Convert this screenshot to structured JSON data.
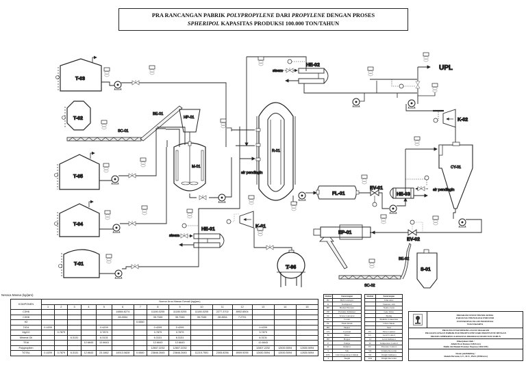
{
  "title": {
    "line1_a": "PRA RANCANGAN PABRIK ",
    "line1_b": "POLYPROPYLENE",
    "line1_c": " DARI ",
    "line1_d": "PROPYLENE",
    "line1_e": " DENGAN PROSES",
    "line2_a": "SPHERIPOL",
    "line2_b": " KAPASITAS PRODUKSI 100.000 TON/TAHUN"
  },
  "equipment": {
    "t03": "T-03",
    "t02": "T-02",
    "t05": "T-05",
    "t04": "T-04",
    "t01": "T-01",
    "t06": "T-06",
    "be01": "BE-01",
    "sc01": "SC-01",
    "hp01": "HP-01",
    "m01": "M-01",
    "he01": "HE-01",
    "he02": "HE-02",
    "he03": "HE-03",
    "r01": "R-01",
    "k01": "K-01",
    "k02": "K-02",
    "fl01": "FL-01",
    "ev01": "EV-01",
    "ev02": "EV-02",
    "cy01": "CY-01",
    "ep01": "EP-01",
    "be02": "BE-02",
    "sc02": "SC-02",
    "s01": "S-01",
    "upl": "UPL",
    "steam1": "steam",
    "steam2": "steam",
    "air1": "air pendingin",
    "air2": "air pendingin"
  },
  "mass_balance": {
    "caption": "Neraca Massa (kg/jam)",
    "header_komponen": "KOMPONEN",
    "header_group": "Nomor Arus Massa Overall (kg/jam)",
    "streams": [
      "1",
      "2",
      "3",
      "4",
      "5",
      "6",
      "7",
      "8",
      "9",
      "10",
      "11",
      "12",
      "13",
      "14",
      "15"
    ],
    "rows": [
      {
        "name": "C3H6",
        "values": [
          "",
          "",
          "",
          "",
          "",
          "14884.6274",
          "",
          "11180.0205",
          "11180.0205",
          "11180.0205",
          "2277.3702",
          "8902.6504",
          "",
          "",
          ""
        ]
      },
      {
        "name": "C3H8",
        "values": [
          "",
          "",
          "",
          "",
          "",
          "28.4554",
          "",
          "35.7345",
          "35.7345",
          "35.7345",
          "28.4554",
          "7.2791",
          "",
          "",
          ""
        ]
      },
      {
        "name": "H2",
        "values": [
          "",
          "",
          "",
          "",
          "",
          "",
          "0.0660",
          "",
          "",
          "",
          "",
          "",
          "",
          "",
          ""
        ]
      },
      {
        "name": "TiCl4",
        "values": [
          "0.4209",
          "",
          "",
          "",
          "0.4209",
          "",
          "",
          "0.4209",
          "0.4209",
          "",
          "",
          "",
          "0.4209",
          "",
          ""
        ]
      },
      {
        "name": "MgCl2",
        "values": [
          "",
          "3.7879",
          "",
          "",
          "3.7879",
          "",
          "",
          "3.7879",
          "3.7879",
          "",
          "",
          "",
          "3.7879",
          "",
          ""
        ]
      },
      {
        "name": "Mineral Oil",
        "values": [
          "",
          "",
          "6.3131",
          "",
          "6.3131",
          "",
          "",
          "6.3131",
          "6.3131",
          "",
          "",
          "",
          "6.3131",
          "",
          ""
        ]
      },
      {
        "name": "TEAl",
        "values": [
          "",
          "",
          "",
          "12.6643",
          "12.6643",
          "",
          "",
          "12.6643",
          "12.6643",
          "",
          "",
          "",
          "12.6643",
          "",
          ""
        ]
      },
      {
        "name": "Polypropilen",
        "values": [
          "",
          "",
          "",
          "",
          "",
          "",
          "",
          "12607.2232",
          "12607.2232",
          "",
          "",
          "",
          "12607.2232",
          "12630.5094",
          "12630.5094"
        ]
      },
      {
        "name": "TOTAL",
        "values": [
          "0.4209",
          "3.7879",
          "6.3131",
          "12.6643",
          "23.1862",
          "14913.0828",
          "0.0660",
          "23846.2645",
          "23846.2645",
          "11215.7551",
          "2305.8256",
          "8909.9295",
          "12630.5094",
          "12630.5094",
          "12630.5094"
        ]
      }
    ]
  },
  "legend_equipment": {
    "header": [
      "Simbol",
      "Keterangan"
    ],
    "rows": [
      [
        "BC",
        "Belt Conveyor"
      ],
      [
        "K",
        "Kompresor"
      ],
      [
        "BE",
        "Bucket Elevator"
      ],
      [
        "EP",
        "Extruder Pelletizer"
      ],
      [
        "SC",
        "Screw Conveyor"
      ],
      [
        "CL",
        "Cooler"
      ],
      [
        "FL",
        "Flash Drum"
      ],
      [
        "HE",
        "Heater"
      ],
      [
        "CY",
        "Cyclone"
      ],
      [
        "M",
        "Mixer"
      ],
      [
        "HP",
        "Hopper"
      ],
      [
        "P",
        "Pompa"
      ],
      [
        "R",
        "Reaktor"
      ],
      [
        "S",
        "Silo"
      ],
      [
        "UPL",
        "Unit Pengolahan Limbah"
      ],
      [
        "T",
        "Tangki"
      ]
    ]
  },
  "legend_symbols": {
    "header": [
      "Simbol",
      "Keterangan"
    ],
    "rows": [
      [
        "",
        "Jalur Arus"
      ],
      [
        "",
        "Tekanan, atm"
      ],
      [
        "",
        "Nomor Arus"
      ],
      [
        "",
        "Gate Valve"
      ],
      [
        "",
        "Piping"
      ],
      [
        "",
        "Elektrik Connection"
      ],
      [
        "",
        "Udara Tekan"
      ],
      [
        "",
        "Vent"
      ],
      [
        "FC",
        "Flow Control"
      ],
      [
        "LC",
        "Level Control"
      ],
      [
        "LI",
        "Level Indikator"
      ],
      [
        "TC",
        "Temperatur Control"
      ],
      [
        "PC",
        "Pressure Control"
      ],
      [
        "VR",
        "Volume Recorder"
      ],
      [
        "WI",
        "Weight Indikator"
      ],
      [
        "WR",
        "Weight Recorder"
      ]
    ]
  },
  "title_block": {
    "institution": [
      "PROGRAM STUDI TEKNIK KIMIA",
      "FAKULTAS TEKNOLOGI INDUSTRI",
      "UNIVERSITAS ISLAM INDONESIA",
      "YOGYAKARTA"
    ],
    "drawing": [
      "PROCESS ENGINEERING FLOW DIAGRAM",
      "PRA RANCANGAN PABRIK POLYPROPYLENE DARI PROPYLENE DENGAN",
      "PROSES SPHERIPOL KAPASITAS PRODUKSI 100.000 TON/TAHUN"
    ],
    "prepared_label": "Dikerjakan Oleh :",
    "prepared_by": [
      "Alfath Dwsi Ramsa (14521xxx)",
      "Malik Abi Hamid Pramiya Nugraa (14521199)"
    ],
    "advisor_label": "Dosen pembimbing :",
    "advisor": "Sholeh Ma'mun, S.T., M.T., Ph.D. (0950xxxx)"
  }
}
